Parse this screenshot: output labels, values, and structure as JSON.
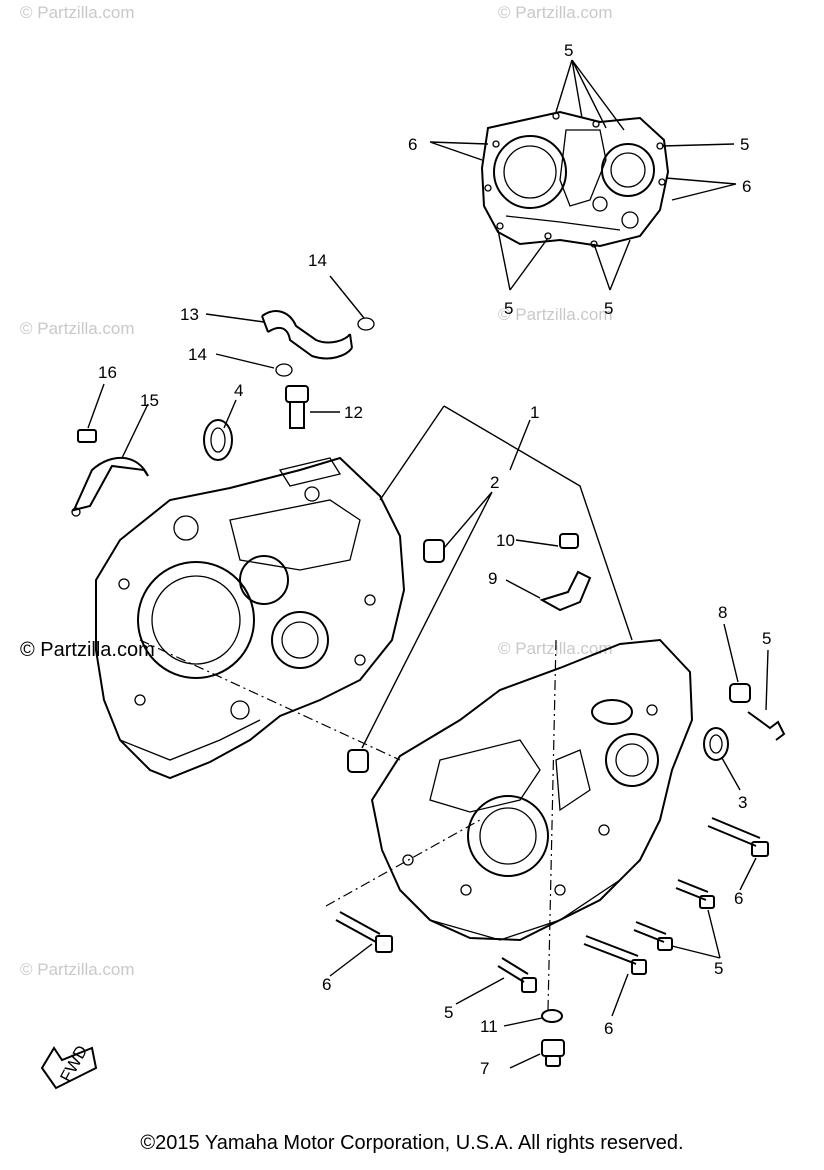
{
  "watermarks": [
    "© Partzilla.com",
    "© Partzilla.com",
    "© Partzilla.com",
    "© Partzilla.com",
    "© Partzilla.com",
    "© Partzilla.com",
    "© Partzilla.com"
  ],
  "callouts": [
    {
      "id": "c1",
      "label": "1",
      "name": "callout-1"
    },
    {
      "id": "c2",
      "label": "2",
      "name": "callout-2"
    },
    {
      "id": "c3",
      "label": "3",
      "name": "callout-3"
    },
    {
      "id": "c4",
      "label": "4",
      "name": "callout-4"
    },
    {
      "id": "c5a",
      "label": "5",
      "name": "callout-5"
    },
    {
      "id": "c5b",
      "label": "5",
      "name": "callout-5"
    },
    {
      "id": "c5c",
      "label": "5",
      "name": "callout-5"
    },
    {
      "id": "c5d",
      "label": "5",
      "name": "callout-5"
    },
    {
      "id": "c5e",
      "label": "5",
      "name": "callout-5"
    },
    {
      "id": "c5f",
      "label": "5",
      "name": "callout-5"
    },
    {
      "id": "c5g",
      "label": "5",
      "name": "callout-5"
    },
    {
      "id": "c6a",
      "label": "6",
      "name": "callout-6"
    },
    {
      "id": "c6b",
      "label": "6",
      "name": "callout-6"
    },
    {
      "id": "c6c",
      "label": "6",
      "name": "callout-6"
    },
    {
      "id": "c6d",
      "label": "6",
      "name": "callout-6"
    },
    {
      "id": "c6e",
      "label": "6",
      "name": "callout-6"
    },
    {
      "id": "c7",
      "label": "7",
      "name": "callout-7"
    },
    {
      "id": "c8",
      "label": "8",
      "name": "callout-8"
    },
    {
      "id": "c9",
      "label": "9",
      "name": "callout-9"
    },
    {
      "id": "c10",
      "label": "10",
      "name": "callout-10"
    },
    {
      "id": "c11",
      "label": "11",
      "name": "callout-11"
    },
    {
      "id": "c12",
      "label": "12",
      "name": "callout-12"
    },
    {
      "id": "c13",
      "label": "13",
      "name": "callout-13"
    },
    {
      "id": "c14a",
      "label": "14",
      "name": "callout-14"
    },
    {
      "id": "c14b",
      "label": "14",
      "name": "callout-14"
    },
    {
      "id": "c15",
      "label": "15",
      "name": "callout-15"
    },
    {
      "id": "c16",
      "label": "16",
      "name": "callout-16"
    }
  ],
  "fwd_label": "FWD",
  "copyright": "©2015  Yamaha Motor Corporation, U.S.A. All rights reserved."
}
